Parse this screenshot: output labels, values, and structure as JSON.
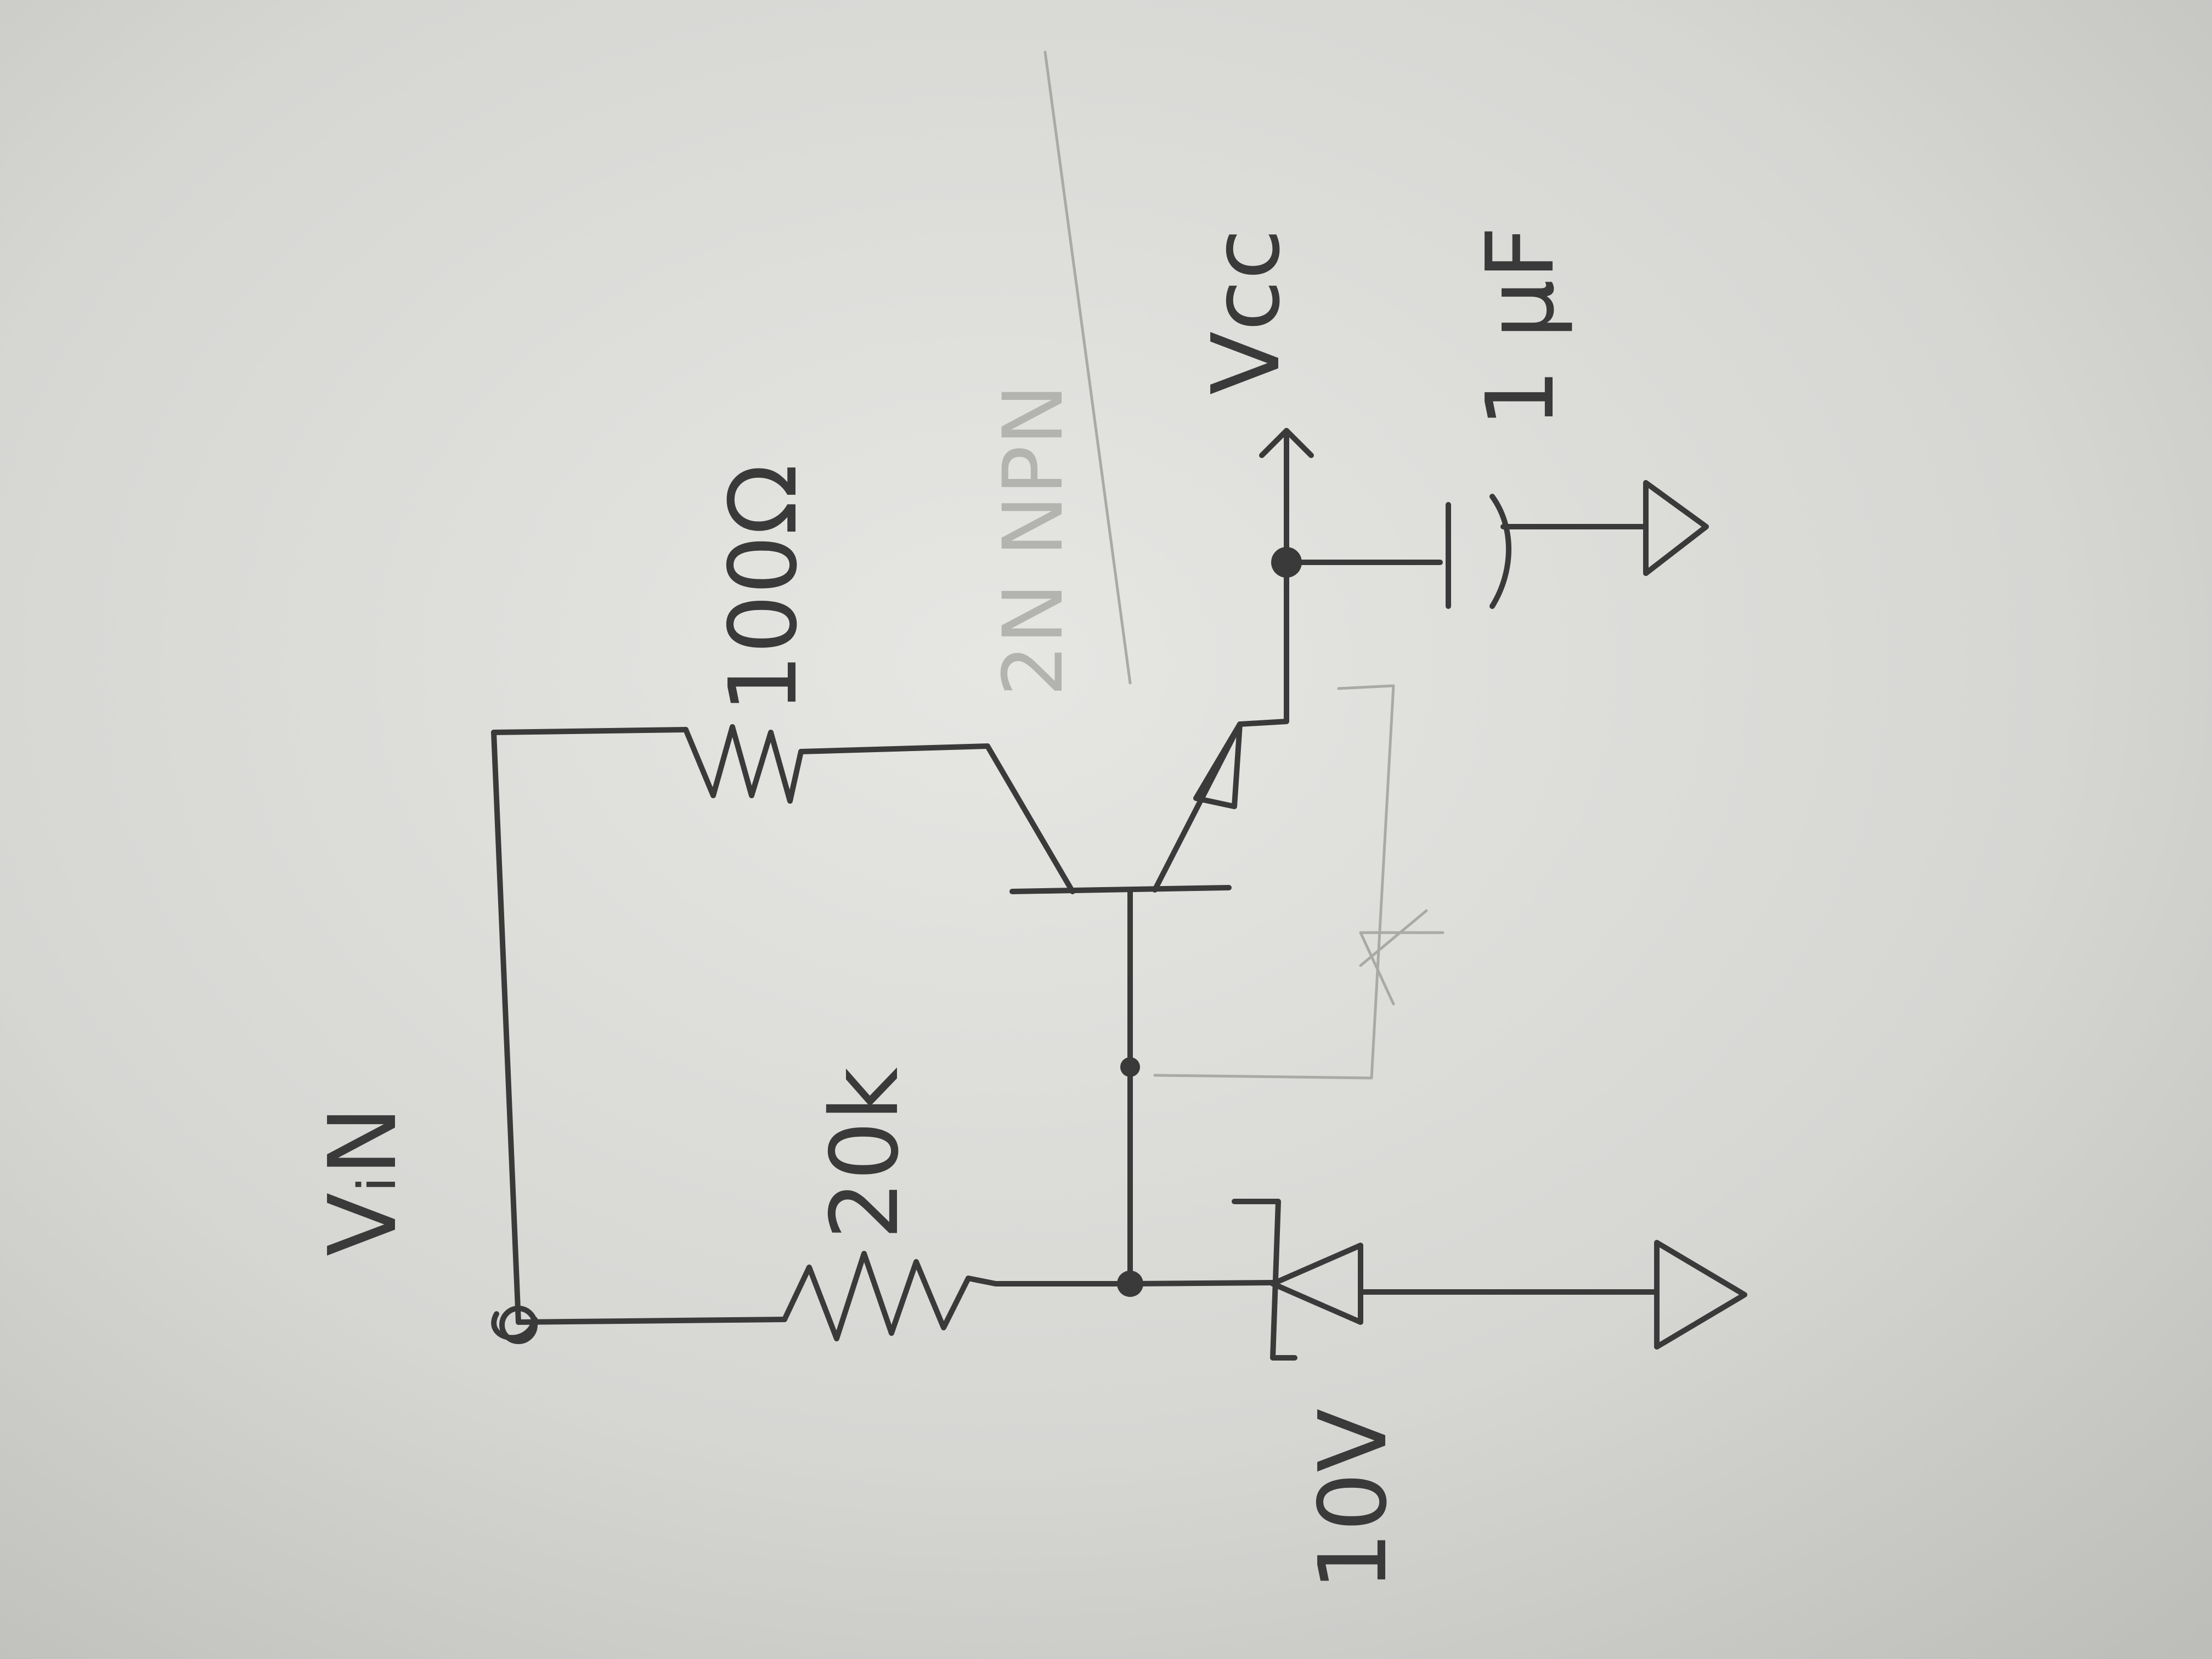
{
  "labels": {
    "vin": "VᵢN",
    "r_input": "20k",
    "r_collector": "100Ω",
    "zener_voltage": "10V",
    "vcc": "Vcc",
    "capacitor": "1 μF",
    "transistor_note": "2N NPN"
  },
  "colors": {
    "paper": "#d9d9d6",
    "ink": "#3a3a3a",
    "pencil": "#a9a9a6"
  }
}
